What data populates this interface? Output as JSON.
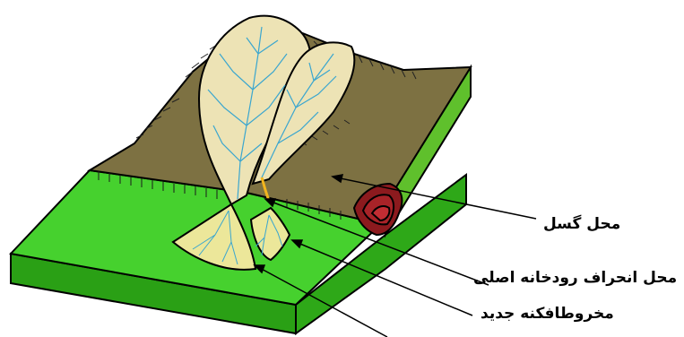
{
  "labels": {
    "fault": "محل گسل",
    "river_diversion": "محل انحراف رودخانه اصلی",
    "new_fan": "مخروطافکنه جدید"
  },
  "colors": {
    "plain_green": "#46d12e",
    "plain_side": "#2aa015",
    "plateau": "#7d7142",
    "plateau_side": "#5a9a22",
    "basin": "#ede3b5",
    "fan": "#ece79a",
    "stream": "#3aa6cf",
    "fault_red": "#8c1a1e"
  }
}
